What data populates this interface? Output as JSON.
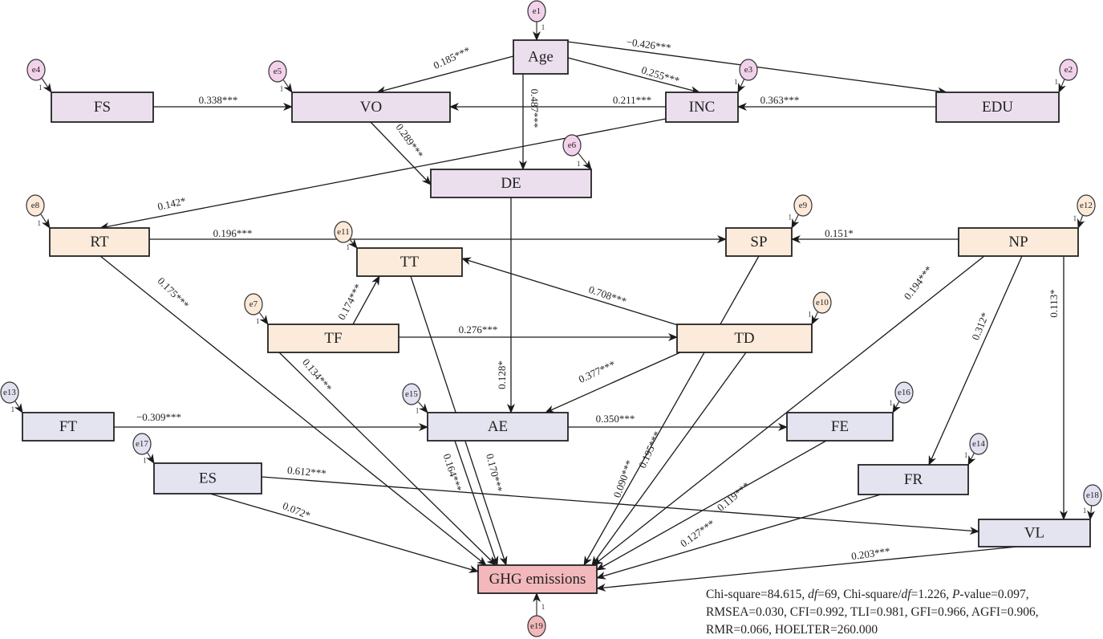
{
  "colors": {
    "socio": "#ebdfee",
    "transport": "#fcebdb",
    "food": "#e4e3f0",
    "outcome": "#f3b8bc",
    "err_socio": "#f2d2ea",
    "err_transport": "#fde9d8",
    "err_food": "#e1e1f0",
    "err_outcome": "#f3b8bc"
  },
  "nodes": {
    "Age": {
      "label": "Age",
      "group": "socio"
    },
    "FS": {
      "label": "FS",
      "group": "socio"
    },
    "VO": {
      "label": "VO",
      "group": "socio"
    },
    "INC": {
      "label": "INC",
      "group": "socio"
    },
    "EDU": {
      "label": "EDU",
      "group": "socio"
    },
    "DE": {
      "label": "DE",
      "group": "socio"
    },
    "RT": {
      "label": "RT",
      "group": "transport"
    },
    "SP": {
      "label": "SP",
      "group": "transport"
    },
    "NP": {
      "label": "NP",
      "group": "transport"
    },
    "TT": {
      "label": "TT",
      "group": "transport"
    },
    "TF": {
      "label": "TF",
      "group": "transport"
    },
    "TD": {
      "label": "TD",
      "group": "transport"
    },
    "FT": {
      "label": "FT",
      "group": "food"
    },
    "AE": {
      "label": "AE",
      "group": "food"
    },
    "FE": {
      "label": "FE",
      "group": "food"
    },
    "ES": {
      "label": "ES",
      "group": "food"
    },
    "FR": {
      "label": "FR",
      "group": "food"
    },
    "VL": {
      "label": "VL",
      "group": "food"
    },
    "GHG": {
      "label": "GHG emissions",
      "group": "outcome"
    }
  },
  "errors": [
    {
      "label": "e1",
      "target": "Age",
      "weight": "1",
      "group": "err_socio"
    },
    {
      "label": "e2",
      "target": "EDU",
      "weight": "1",
      "group": "err_socio"
    },
    {
      "label": "e3",
      "target": "INC",
      "weight": "1",
      "group": "err_socio"
    },
    {
      "label": "e4",
      "target": "FS",
      "weight": "1",
      "group": "err_socio"
    },
    {
      "label": "e5",
      "target": "VO",
      "weight": "1",
      "group": "err_socio"
    },
    {
      "label": "e6",
      "target": "DE",
      "weight": "1",
      "group": "err_socio"
    },
    {
      "label": "e7",
      "target": "TF",
      "weight": "1",
      "group": "err_transport"
    },
    {
      "label": "e8",
      "target": "RT",
      "weight": "1",
      "group": "err_transport"
    },
    {
      "label": "e9",
      "target": "SP",
      "weight": "1",
      "group": "err_transport"
    },
    {
      "label": "e10",
      "target": "TD",
      "weight": "1",
      "group": "err_transport"
    },
    {
      "label": "e11",
      "target": "TT",
      "weight": "1",
      "group": "err_transport"
    },
    {
      "label": "e12",
      "target": "NP",
      "weight": "1",
      "group": "err_transport"
    },
    {
      "label": "e13",
      "target": "FT",
      "weight": "1",
      "group": "err_food"
    },
    {
      "label": "e14",
      "target": "FR",
      "weight": "1",
      "group": "err_food"
    },
    {
      "label": "e15",
      "target": "AE",
      "weight": "1",
      "group": "err_food"
    },
    {
      "label": "e16",
      "target": "FE",
      "weight": "1",
      "group": "err_food"
    },
    {
      "label": "e17",
      "target": "ES",
      "weight": "1",
      "group": "err_food"
    },
    {
      "label": "e18",
      "target": "VL",
      "weight": "1",
      "group": "err_food"
    },
    {
      "label": "e19",
      "target": "GHG",
      "weight": "1",
      "group": "err_outcome"
    }
  ],
  "paths": [
    {
      "from": "Age",
      "to": "VO",
      "coef": "0.185***"
    },
    {
      "from": "Age",
      "to": "EDU",
      "coef": "−0.426***"
    },
    {
      "from": "Age",
      "to": "INC",
      "coef": "0.255***"
    },
    {
      "from": "Age",
      "to": "DE",
      "coef": "0.487***"
    },
    {
      "from": "FS",
      "to": "VO",
      "coef": "0.338***"
    },
    {
      "from": "INC",
      "to": "VO",
      "coef": "0.211***"
    },
    {
      "from": "EDU",
      "to": "INC",
      "coef": "0.363***"
    },
    {
      "from": "VO",
      "to": "DE",
      "coef": "0.289***"
    },
    {
      "from": "INC",
      "to": "RT",
      "coef": "0.142*"
    },
    {
      "from": "RT",
      "to": "SP",
      "coef": "0.196***"
    },
    {
      "from": "NP",
      "to": "SP",
      "coef": "0.151*"
    },
    {
      "from": "TD",
      "to": "TT",
      "coef": "0.708***"
    },
    {
      "from": "TF",
      "to": "TT",
      "coef": "0.174***"
    },
    {
      "from": "TF",
      "to": "TD",
      "coef": "0.276***"
    },
    {
      "from": "DE",
      "to": "AE",
      "coef": "0.128*"
    },
    {
      "from": "TD",
      "to": "AE",
      "coef": "0.377***"
    },
    {
      "from": "FT",
      "to": "AE",
      "coef": "−0.309***"
    },
    {
      "from": "AE",
      "to": "FE",
      "coef": "0.350***"
    },
    {
      "from": "ES",
      "to": "VL",
      "coef": "0.612***"
    },
    {
      "from": "NP",
      "to": "FR",
      "coef": "0.312*"
    },
    {
      "from": "NP",
      "to": "VL",
      "coef": "0.113*"
    },
    {
      "from": "RT",
      "to": "GHG",
      "coef": "0.175***"
    },
    {
      "from": "TF",
      "to": "GHG",
      "coef": "0.134***"
    },
    {
      "from": "AE",
      "to": "GHG",
      "coef": "0.164***"
    },
    {
      "from": "TT",
      "to": "GHG",
      "coef": "0.170***"
    },
    {
      "from": "SP",
      "to": "GHG",
      "coef": "0.090***"
    },
    {
      "from": "TD",
      "to": "GHG",
      "coef": "0.195***"
    },
    {
      "from": "NP",
      "to": "GHG",
      "coef": "0.194***"
    },
    {
      "from": "FE",
      "to": "GHG",
      "coef": "0.119***"
    },
    {
      "from": "FR",
      "to": "GHG",
      "coef": "0.127***"
    },
    {
      "from": "VL",
      "to": "GHG",
      "coef": "0.203***"
    },
    {
      "from": "ES",
      "to": "GHG",
      "coef": "0.072*"
    }
  ],
  "fit": {
    "line1_a": "Chi-square=84.615, ",
    "line1_df": "df",
    "line1_b": "=69, Chi-square/",
    "line1_df2": "df",
    "line1_c": "=1.226, ",
    "line1_p": "P",
    "line1_d": "-value=0.097,",
    "line2": "RMSEA=0.030, CFI=0.992, TLI=0.981, GFI=0.966, AGFI=0.906,",
    "line3": "RMR=0.066, HOELTER=260.000"
  }
}
